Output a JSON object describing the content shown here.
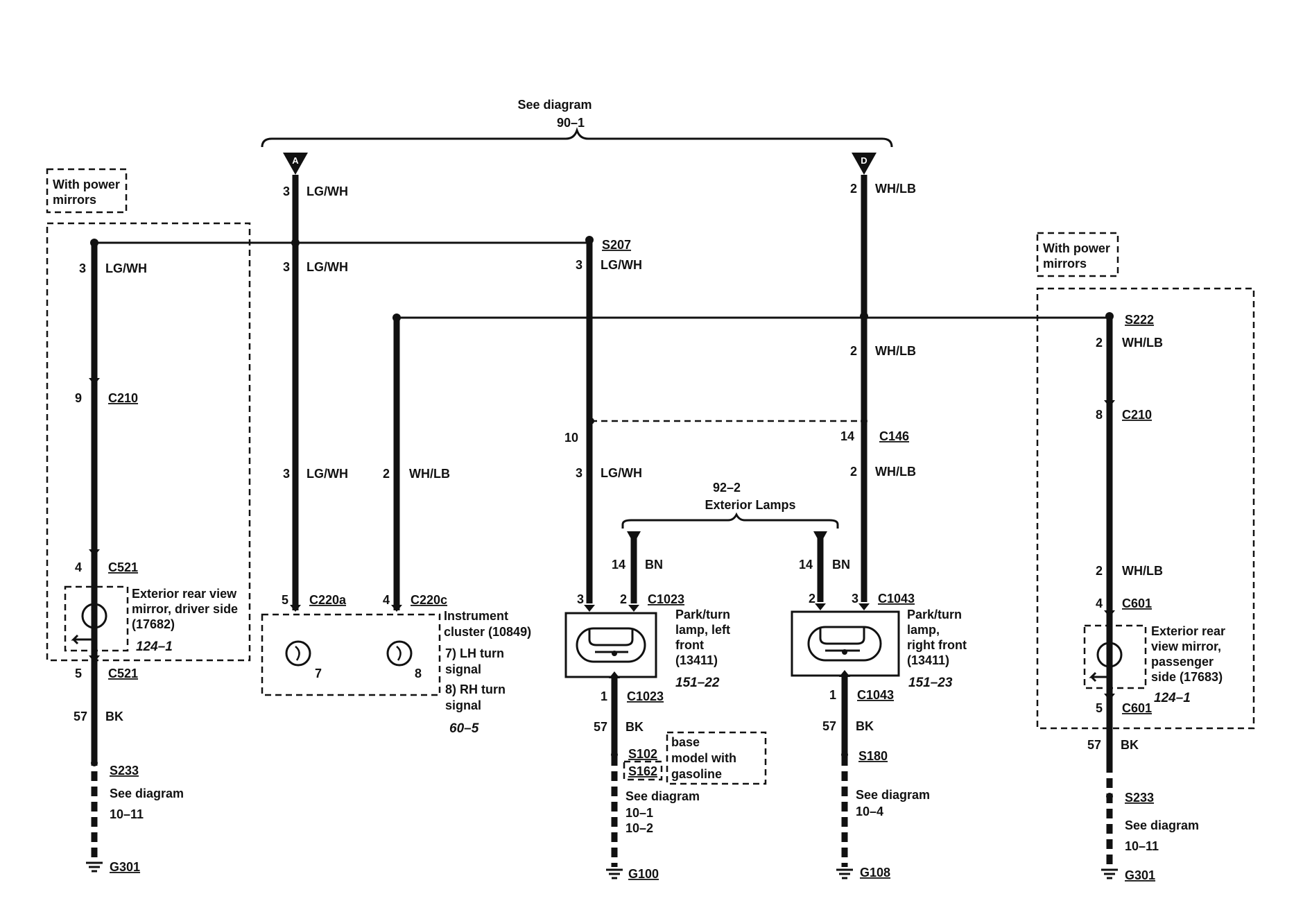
{
  "top": {
    "see": "See diagram",
    "ref": "90–1",
    "pinA": "A",
    "pinD": "D"
  },
  "notes": {
    "with_power_left": [
      "With power",
      "mirrors"
    ],
    "with_power_right": [
      "With power",
      "mirrors"
    ],
    "base_model": [
      "base",
      "model with",
      "gasoline"
    ]
  },
  "wires": {
    "a_top": {
      "pin": "3",
      "color": "LG/WH"
    },
    "a_mid": {
      "pin": "3",
      "color": "LG/WH"
    },
    "a_low": {
      "pin": "3",
      "color": "LG/WH"
    },
    "l_top": {
      "pin": "3",
      "color": "LG/WH"
    },
    "s207_w": {
      "pin": "3",
      "color": "LG/WH"
    },
    "s207_l": {
      "pin": "3",
      "color": "LG/WH"
    },
    "whlb_c": {
      "pin": "2",
      "color": "WH/LB"
    },
    "d_top": {
      "pin": "2",
      "color": "WH/LB"
    },
    "d_mid": {
      "pin": "2",
      "color": "WH/LB"
    },
    "d_low": {
      "pin": "2",
      "color": "WH/LB"
    },
    "r_top": {
      "pin": "2",
      "color": "WH/LB"
    },
    "r_low": {
      "pin": "2",
      "color": "WH/LB"
    },
    "bn_l": {
      "pin": "14",
      "color": "BN"
    },
    "bn_r": {
      "pin": "14",
      "color": "BN"
    },
    "bk_l": {
      "pin": "57",
      "color": "BK"
    },
    "bk_ml": {
      "pin": "57",
      "color": "BK"
    },
    "bk_mr": {
      "pin": "57",
      "color": "BK"
    },
    "bk_r": {
      "pin": "57",
      "color": "BK"
    }
  },
  "connectors": {
    "c210_l": {
      "pin": "9",
      "name": "C210"
    },
    "c521_a": {
      "pin": "4",
      "name": "C521"
    },
    "c521_b": {
      "pin": "5",
      "name": "C521"
    },
    "c220a": {
      "pin": "5",
      "name": "C220a"
    },
    "c220c": {
      "pin": "4",
      "name": "C220c"
    },
    "c146_l": {
      "pin": "10"
    },
    "c146_r": {
      "pin": "14",
      "name": "C146"
    },
    "c1023_t": {
      "pin3": "3",
      "pin2": "2",
      "name": "C1023"
    },
    "c1023_b": {
      "pin": "1",
      "name": "C1023"
    },
    "c1043_t": {
      "pin2": "2",
      "pin3": "3",
      "name": "C1043"
    },
    "c1043_b": {
      "pin": "1",
      "name": "C1043"
    },
    "c210_r": {
      "pin": "8",
      "name": "C210"
    },
    "c601_a": {
      "pin": "4",
      "name": "C601"
    },
    "c601_b": {
      "pin": "5",
      "name": "C601"
    }
  },
  "splices": {
    "s207": "S207",
    "s222": "S222",
    "s233_l": "S233",
    "s102": "S102",
    "s162": "S162",
    "s180": "S180",
    "s233_r": "S233"
  },
  "exterior": {
    "ref": "92–2",
    "label": "Exterior Lamps"
  },
  "components": {
    "mirror_driver": {
      "lines": [
        "Exterior rear view",
        "mirror, driver side",
        "(17682)"
      ],
      "ref": "124–1"
    },
    "cluster": {
      "lines": [
        "Instrument",
        "cluster (10849)",
        "7) LH turn",
        "signal",
        "8) RH turn",
        "signal"
      ],
      "ref": "60–5",
      "pin7": "7",
      "pin8": "8"
    },
    "lamp_left": {
      "lines": [
        "Park/turn",
        "lamp, left",
        "front",
        "(13411)"
      ],
      "ref": "151–22"
    },
    "lamp_right": {
      "lines": [
        "Park/turn",
        "lamp,",
        "right front",
        "(13411)"
      ],
      "ref": "151–23"
    },
    "mirror_pass": {
      "lines": [
        "Exterior rear",
        "view mirror,",
        "passenger",
        "side (17683)"
      ],
      "ref": "124–1"
    }
  },
  "grounds": {
    "left": {
      "see": "See diagram",
      "refs": [
        "10–11"
      ],
      "name": "G301"
    },
    "mid_l": {
      "see": "See diagram",
      "refs": [
        "10–1",
        "10–2"
      ],
      "name": "G100"
    },
    "mid_r": {
      "see": "See diagram",
      "refs": [
        "10–4"
      ],
      "name": "G108"
    },
    "right": {
      "see": "See diagram",
      "refs": [
        "10–11"
      ],
      "name": "G301"
    }
  }
}
